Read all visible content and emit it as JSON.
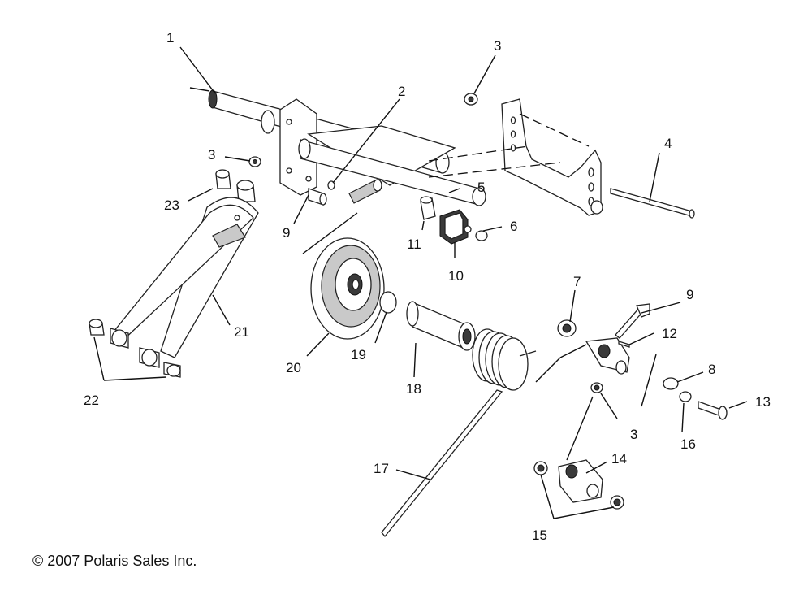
{
  "callouts": [
    {
      "id": "c1",
      "label": "1"
    },
    {
      "id": "c2",
      "label": "2"
    },
    {
      "id": "c3a",
      "label": "3"
    },
    {
      "id": "c3b",
      "label": "3"
    },
    {
      "id": "c3c",
      "label": "3"
    },
    {
      "id": "c4",
      "label": "4"
    },
    {
      "id": "c5",
      "label": "5"
    },
    {
      "id": "c6",
      "label": "6"
    },
    {
      "id": "c7",
      "label": "7"
    },
    {
      "id": "c8",
      "label": "8"
    },
    {
      "id": "c9a",
      "label": "9"
    },
    {
      "id": "c9b",
      "label": "9"
    },
    {
      "id": "c10",
      "label": "10"
    },
    {
      "id": "c11",
      "label": "11"
    },
    {
      "id": "c12",
      "label": "12"
    },
    {
      "id": "c13",
      "label": "13"
    },
    {
      "id": "c14",
      "label": "14"
    },
    {
      "id": "c15",
      "label": "15"
    },
    {
      "id": "c16",
      "label": "16"
    },
    {
      "id": "c17",
      "label": "17"
    },
    {
      "id": "c18",
      "label": "18"
    },
    {
      "id": "c19",
      "label": "19"
    },
    {
      "id": "c20",
      "label": "20"
    },
    {
      "id": "c21",
      "label": "21"
    },
    {
      "id": "c22",
      "label": "22"
    },
    {
      "id": "c23",
      "label": "23"
    }
  ],
  "copyright": "© 2007 Polaris Sales Inc."
}
